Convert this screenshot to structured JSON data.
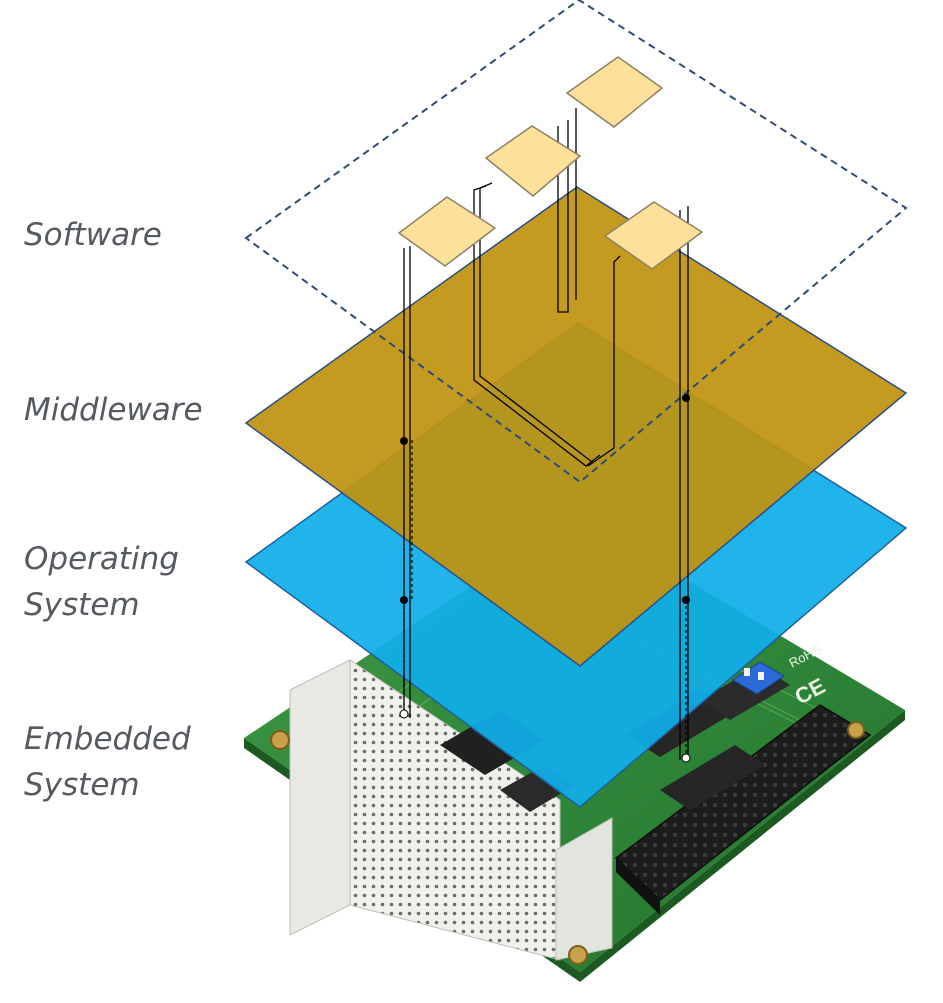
{
  "layers": {
    "software": {
      "label": "Software"
    },
    "middleware": {
      "label": "Middleware",
      "color": "#c0930f"
    },
    "operating_system": {
      "label": "Operating\nSystem",
      "color": "#10aee8"
    },
    "embedded_system": {
      "label": "Embedded\nSystem",
      "board_color": "#2f8a3a"
    }
  },
  "colors": {
    "label_text": "#555a60",
    "software_module": "#fde19a",
    "software_outline": "#2f4a7a",
    "connector": "#000000"
  },
  "board_text": {
    "rohs": "RoHS",
    "ce": "CE"
  },
  "software_module_count": 4
}
